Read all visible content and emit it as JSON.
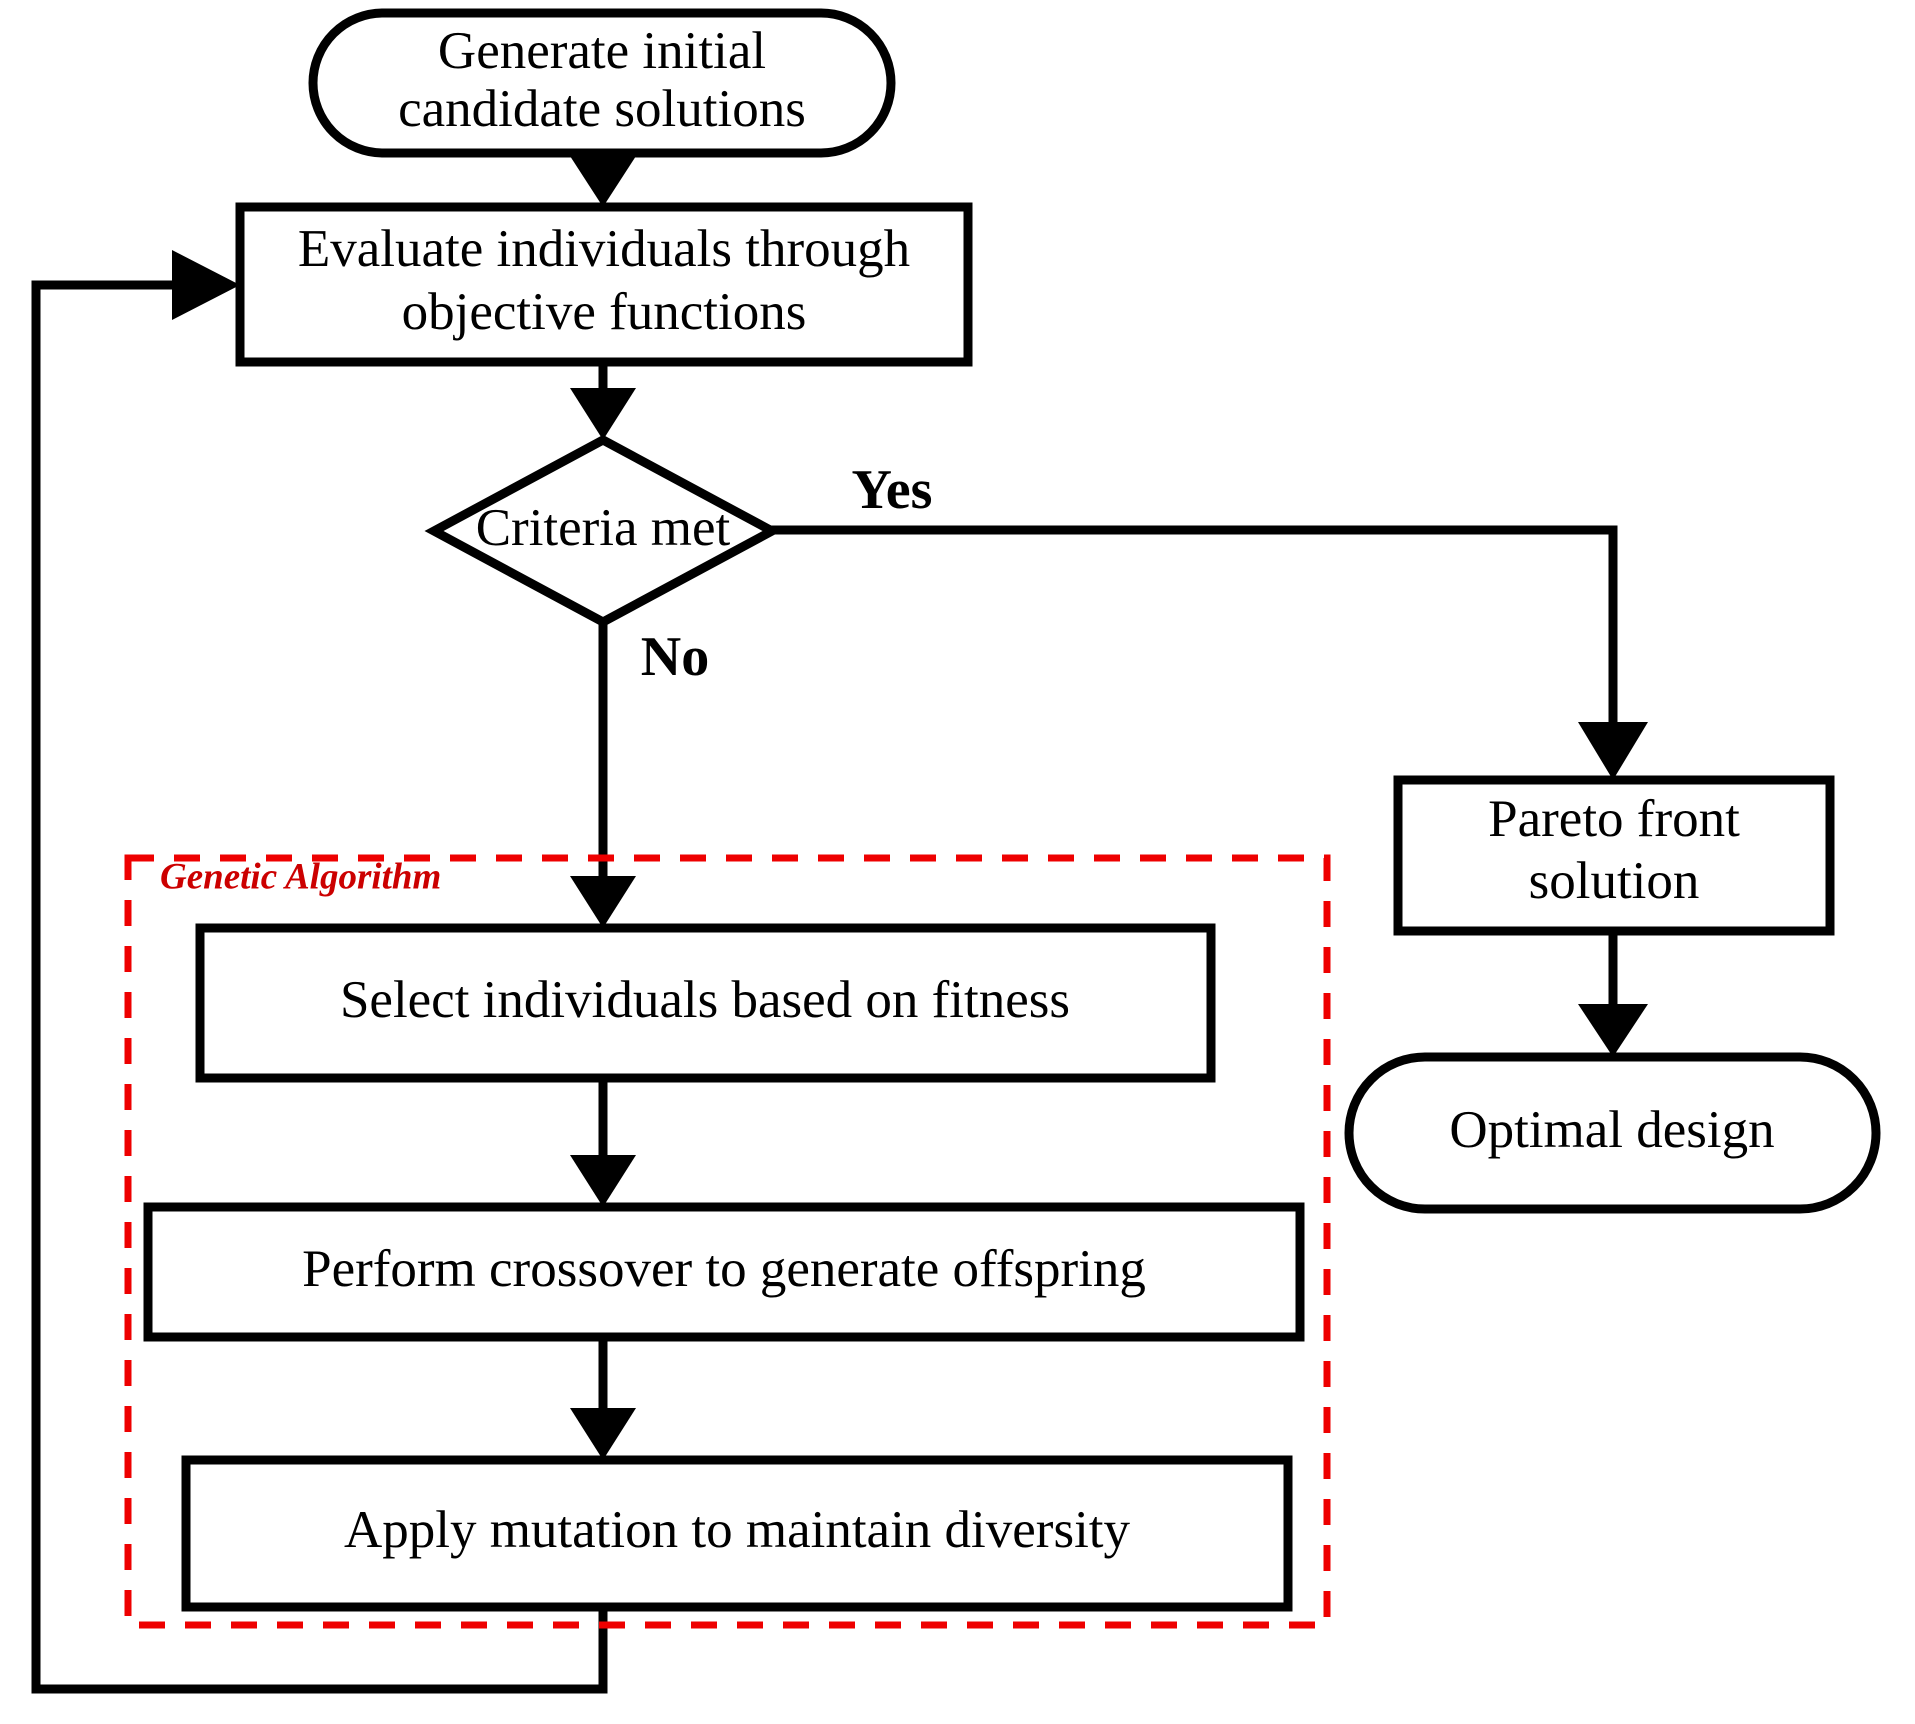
{
  "diagram": {
    "title": "Multi-objective genetic algorithm optimization flowchart",
    "colors": {
      "stroke": "#000000",
      "background": "#ffffff",
      "group_accent": "#ee0000",
      "group_label_color": "#cc0000"
    },
    "nodes": [
      {
        "id": "start",
        "shape": "stadium",
        "label_line1": "Generate initial",
        "label_line2": "candidate solutions"
      },
      {
        "id": "evaluate",
        "shape": "rect",
        "label_line1": "Evaluate individuals  through",
        "label_line2": "objective functions"
      },
      {
        "id": "decision",
        "shape": "diamond",
        "label_line1": "Criteria met",
        "label_line2": ""
      },
      {
        "id": "select",
        "shape": "rect",
        "label_line1": "Select individuals based on fitness",
        "label_line2": ""
      },
      {
        "id": "crossover",
        "shape": "rect",
        "label_line1": "Perform crossover to generate offspring",
        "label_line2": ""
      },
      {
        "id": "mutation",
        "shape": "rect",
        "label_line1": "Apply  mutation to maintain diversity",
        "label_line2": ""
      },
      {
        "id": "pareto",
        "shape": "rect",
        "label_line1": "Pareto front",
        "label_line2": "solution"
      },
      {
        "id": "optimal",
        "shape": "stadium",
        "label_line1": "Optimal design",
        "label_line2": ""
      }
    ],
    "branch_labels": {
      "yes": "Yes",
      "no": "No"
    },
    "group": {
      "label": "Genetic Algorithm"
    },
    "edges": [
      {
        "id": "start-to-evaluate",
        "from": "start",
        "to": "evaluate",
        "label": ""
      },
      {
        "id": "evaluate-to-decision",
        "from": "evaluate",
        "to": "decision",
        "label": ""
      },
      {
        "id": "decision-to-pareto",
        "from": "decision",
        "to": "pareto",
        "label": "Yes"
      },
      {
        "id": "decision-to-select",
        "from": "decision",
        "to": "select",
        "label": "No"
      },
      {
        "id": "select-to-crossover",
        "from": "select",
        "to": "crossover",
        "label": ""
      },
      {
        "id": "crossover-to-mutation",
        "from": "crossover",
        "to": "mutation",
        "label": ""
      },
      {
        "id": "mutation-to-evaluate",
        "from": "mutation",
        "to": "evaluate",
        "label": ""
      },
      {
        "id": "pareto-to-optimal",
        "from": "pareto",
        "to": "optimal",
        "label": ""
      }
    ]
  }
}
